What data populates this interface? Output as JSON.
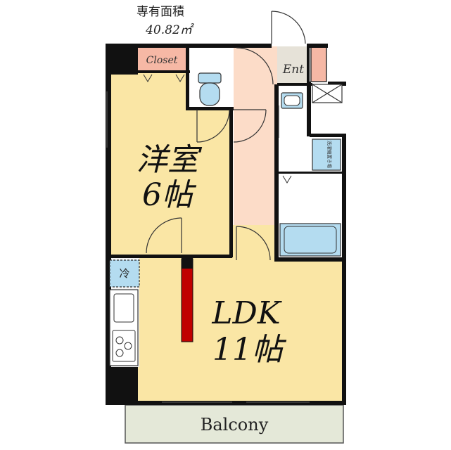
{
  "header": {
    "area_label": "専有面積",
    "area_value": "40.82㎡"
  },
  "rooms": {
    "western_room": {
      "name": "洋室",
      "size": "6帖"
    },
    "ldk": {
      "name": "LDK",
      "size": "11帖"
    },
    "closet": "Closet",
    "entrance": "Ent",
    "balcony": "Balcony",
    "fridge": "冷",
    "washer_space": "洗濯機置き場"
  },
  "colors": {
    "room_floor": "#fae6a5",
    "hallway_floor": "#fcdcc8",
    "closet_fill": "#f6b8a5",
    "fixture_blue": "#b4dcf0",
    "balcony_fill": "#e4e8d8",
    "wall": "#111111",
    "accent_wall": "#c00000"
  }
}
